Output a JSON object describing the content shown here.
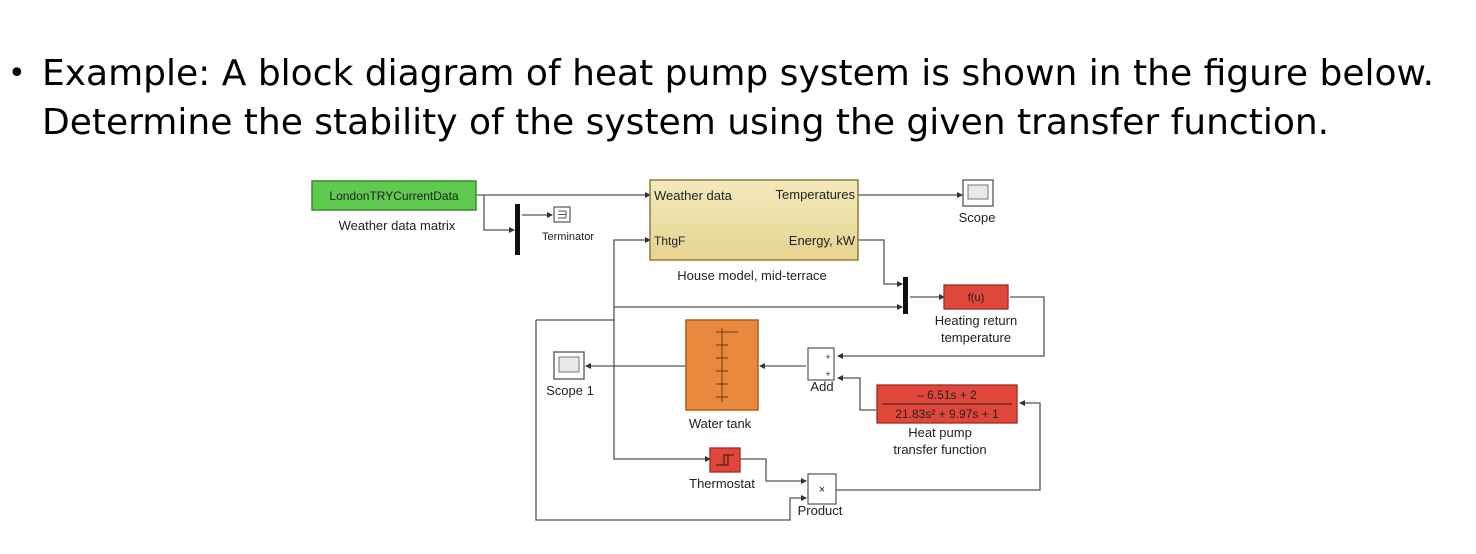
{
  "slide": {
    "bullet": "•",
    "line1": "Example: A block diagram of heat pump system is shown in the figure below.",
    "line2": "Determine the stability of the system using the given transfer function."
  },
  "diagram": {
    "data_block": "LondonTRYCurrentData",
    "data_caption": "Weather data matrix",
    "terminator": "Terminator",
    "house_in1": "Weather data",
    "house_in2": "ThtgF",
    "house_out1": "Temperatures",
    "house_out2": "Energy, kW",
    "house_caption": "House model, mid-terrace",
    "scope": "Scope",
    "fcn": "f(u)",
    "fcn_caption1": "Heating return",
    "fcn_caption2": "temperature",
    "scope1": "Scope 1",
    "tank_caption": "Water tank",
    "add": "Add",
    "tf_num": "– 6.51s + 2",
    "tf_den": "21.83s² + 9.97s + 1",
    "tf_caption1": "Heat pump",
    "tf_caption2": "transfer function",
    "thermostat": "Thermostat",
    "product_sym": "×",
    "product": "Product",
    "colors": {
      "data_block": "#5fca4e",
      "house": "#efe2a8",
      "red_block": "#e0473a",
      "tank": "#e8893e"
    }
  }
}
